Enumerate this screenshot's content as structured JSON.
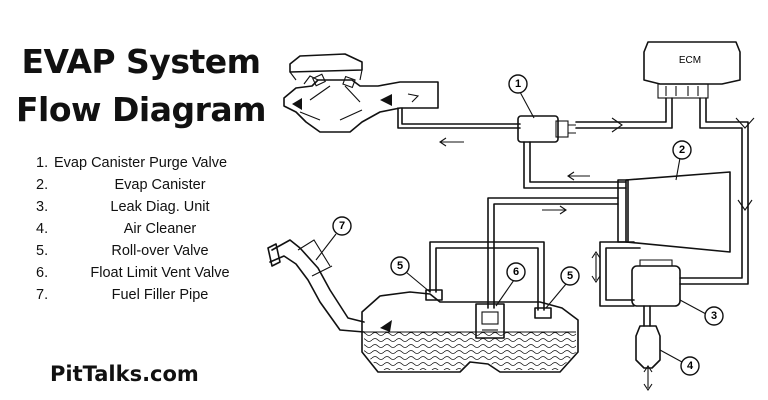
{
  "title": {
    "line1": "EVAP System",
    "line2": "Flow Diagram"
  },
  "legend": [
    {
      "num": "1.",
      "text": "Evap Canister Purge Valve"
    },
    {
      "num": "2.",
      "text": "Evap Canister"
    },
    {
      "num": "3.",
      "text": "Leak Diag. Unit"
    },
    {
      "num": "4.",
      "text": "Air Cleaner"
    },
    {
      "num": "5.",
      "text": "Roll-over Valve"
    },
    {
      "num": "6.",
      "text": "Float Limit Vent Valve"
    },
    {
      "num": "7.",
      "text": "Fuel Filler Pipe"
    }
  ],
  "brand": "PitTalks.com",
  "diagram": {
    "ecm_label": "ECM",
    "callouts": [
      "1",
      "2",
      "3",
      "4",
      "5",
      "6",
      "5",
      "7"
    ]
  }
}
